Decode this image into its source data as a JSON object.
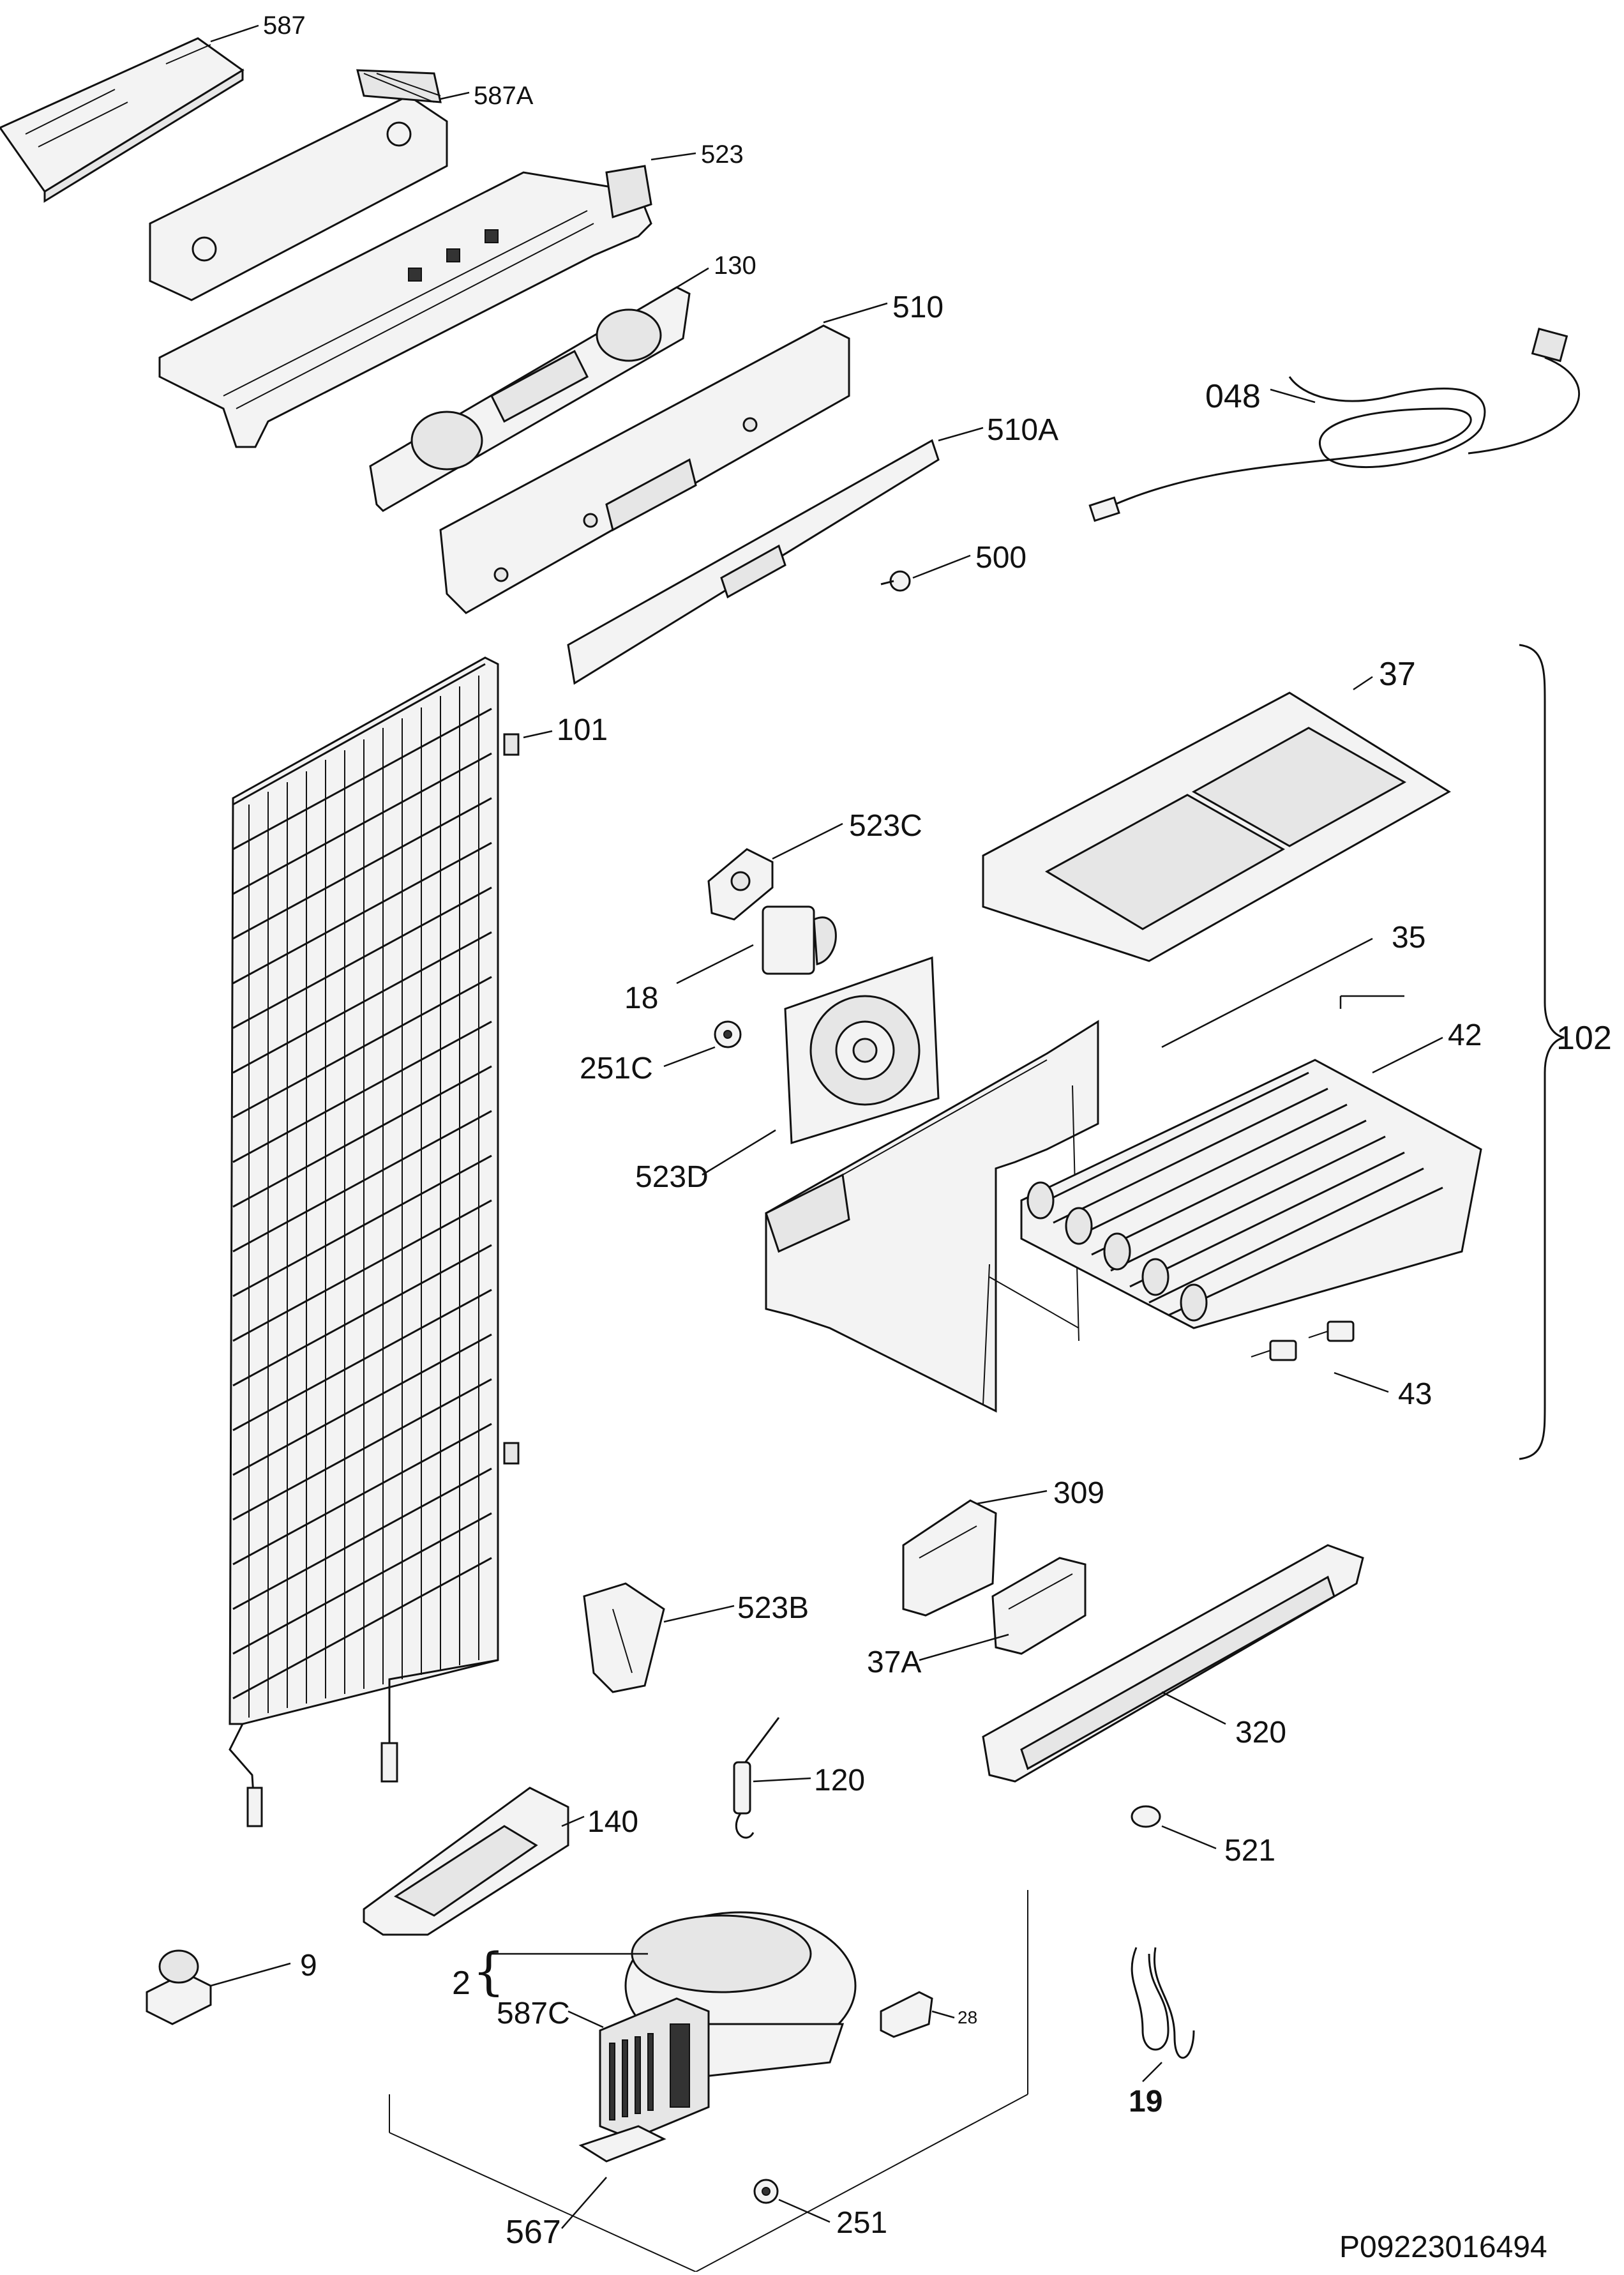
{
  "drawing_id": "P09223016494",
  "part_labels": {
    "p587": "587",
    "p587a": "587A",
    "p523": "523",
    "p130": "130",
    "p510": "510",
    "p510a": "510A",
    "p500": "500",
    "p048": "048",
    "p101": "101",
    "p37": "37",
    "p523c": "523C",
    "p18": "18",
    "p35": "35",
    "p102": "102",
    "p251c": "251C",
    "p42": "42",
    "p523d": "523D",
    "p43": "43",
    "p309": "309",
    "p523b": "523B",
    "p37a": "37A",
    "p320": "320",
    "p120": "120",
    "p521": "521",
    "p140": "140",
    "p9": "9",
    "p2": "2",
    "p587c": "587C",
    "p28": "28",
    "p19": "19",
    "p567": "567",
    "p251": "251"
  }
}
